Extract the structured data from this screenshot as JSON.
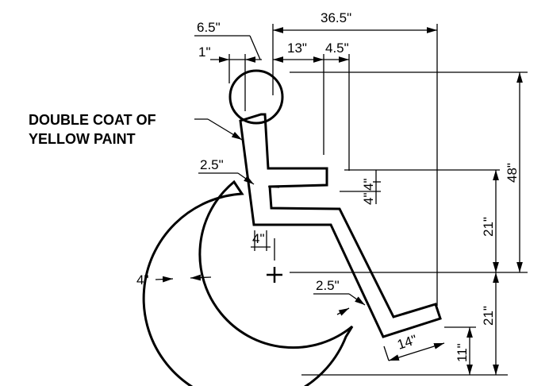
{
  "drawing": {
    "note_line1": "DOUBLE COAT OF",
    "note_line2": "YELLOW PAINT",
    "dims": {
      "overall_width": "36.5\"",
      "head_offset": "6.5\"",
      "head_gap": "1\"",
      "torso_to_arm": "13\"",
      "arm_offset": "4.5\"",
      "overall_height": "48\"",
      "arm_height": "4\"",
      "arm_gap": "4\"",
      "center_to_arm": "21\"",
      "center_to_base": "21\"",
      "foot_height": "11\"",
      "foot_length": "14\"",
      "wheel_thickness": "4\"",
      "torso_width": "2.5\"",
      "leg_width": "2.5\"",
      "torso_small": "4\""
    }
  }
}
